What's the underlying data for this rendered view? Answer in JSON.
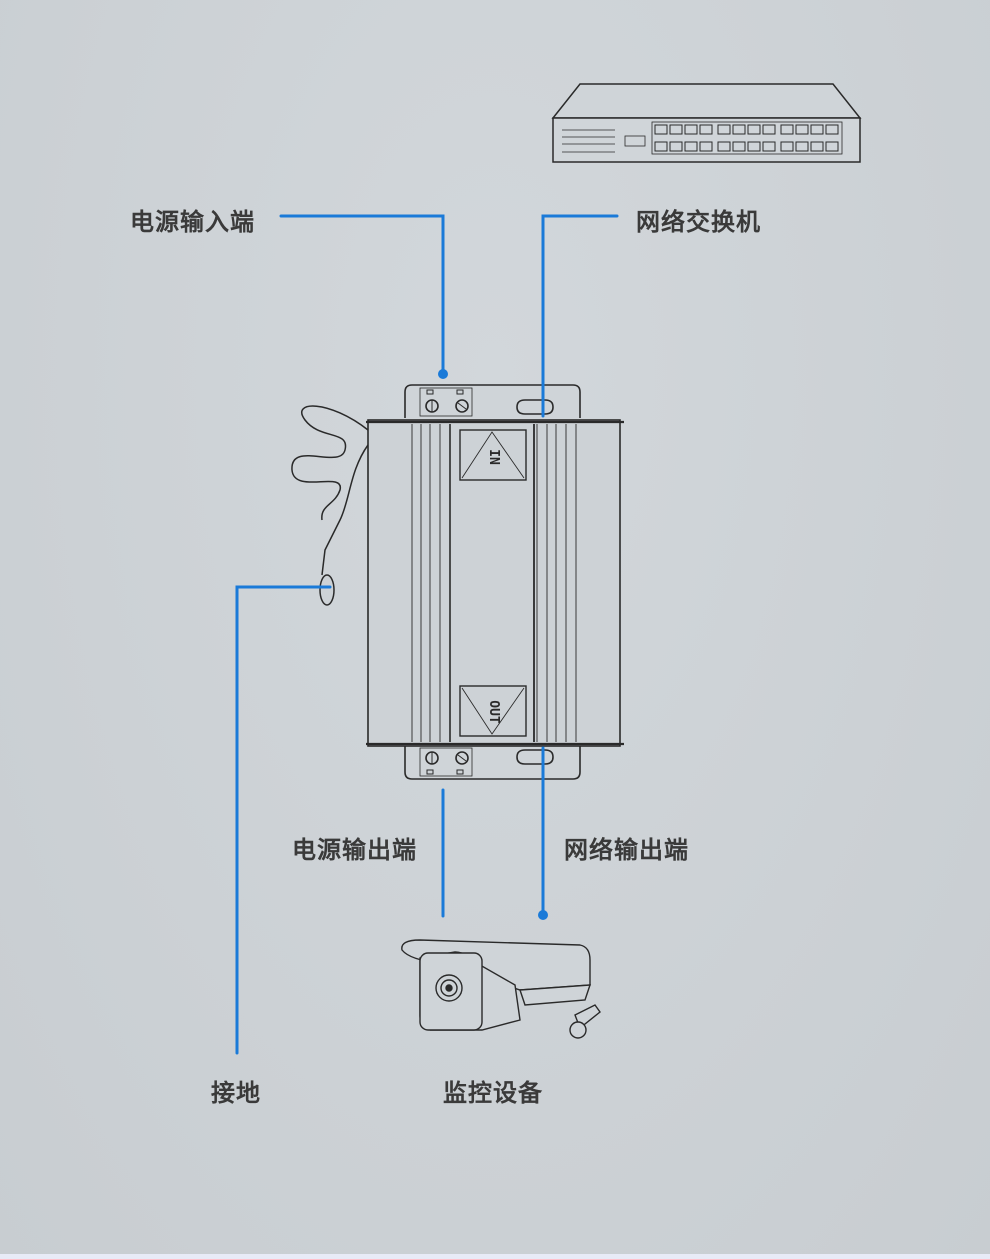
{
  "labels": {
    "power_input": "电源输入端",
    "network_switch": "网络交换机",
    "power_output": "电源输出端",
    "network_output": "网络输出端",
    "ground": "接地",
    "monitoring_device": "监控设备"
  },
  "device": {
    "in_marker": "IN",
    "out_marker": "OUT"
  },
  "colors": {
    "leader_line": "#1a7ad8",
    "background": "#cdd2d6",
    "label_text": "#3a3a3a",
    "sketch_stroke": "#2a2a2a"
  }
}
